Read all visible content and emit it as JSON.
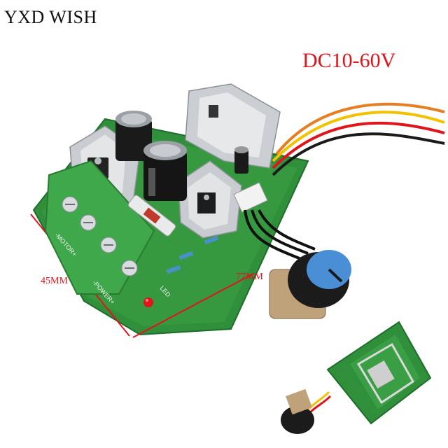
{
  "brand": "YXD WISH",
  "voltage_label": "DC10-60V",
  "dimensions": {
    "width_label": "45MM",
    "length_label": "77MM"
  },
  "board_silkscreen": {
    "motor": "-MOTOR+",
    "power": "-POWER+",
    "led": "LED"
  },
  "colors": {
    "pcb": "#2f8f3a",
    "terminal": "#3ea84a",
    "heatsink": "#cfd3d6",
    "knob": "#4a8fd6",
    "label_red": "#e0141a"
  }
}
